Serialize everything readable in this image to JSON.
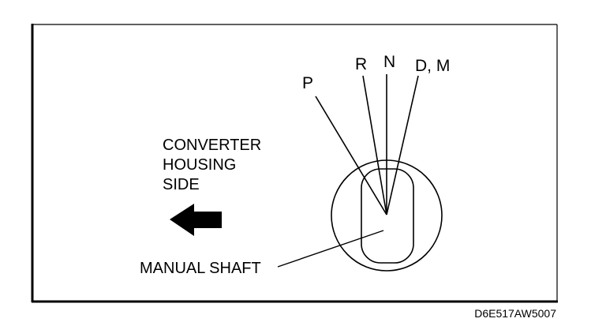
{
  "positions": {
    "p": "P",
    "r": "R",
    "n": "N",
    "dm": "D, M"
  },
  "labels": {
    "converter_line1": "CONVERTER",
    "converter_line2": "HOUSING",
    "converter_line3": "SIDE",
    "manual_shaft": "MANUAL SHAFT"
  },
  "figure_code": "D6E517AW5007"
}
